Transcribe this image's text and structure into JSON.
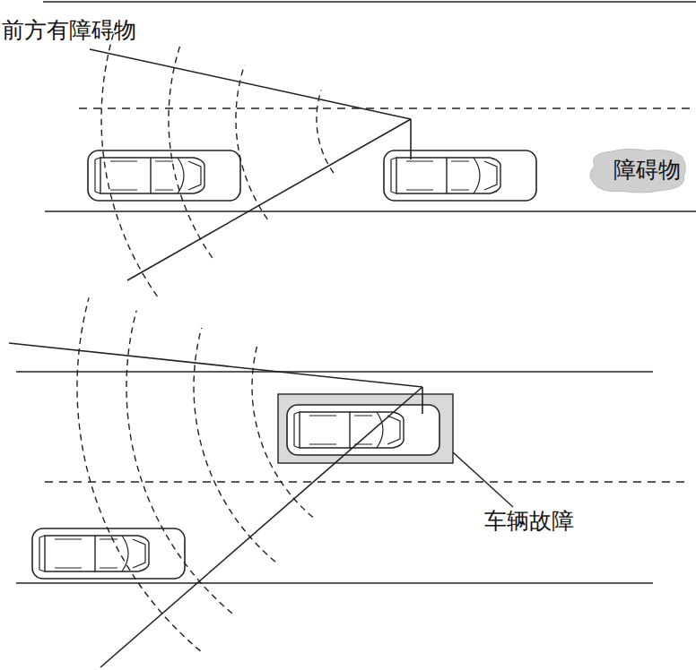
{
  "diagram": {
    "nodes": [
      {
        "text": [
          "障碍物"
        ]
      }
    ],
    "labels": [
      "前方有障碍物",
      "车辆故障"
    ]
  }
}
